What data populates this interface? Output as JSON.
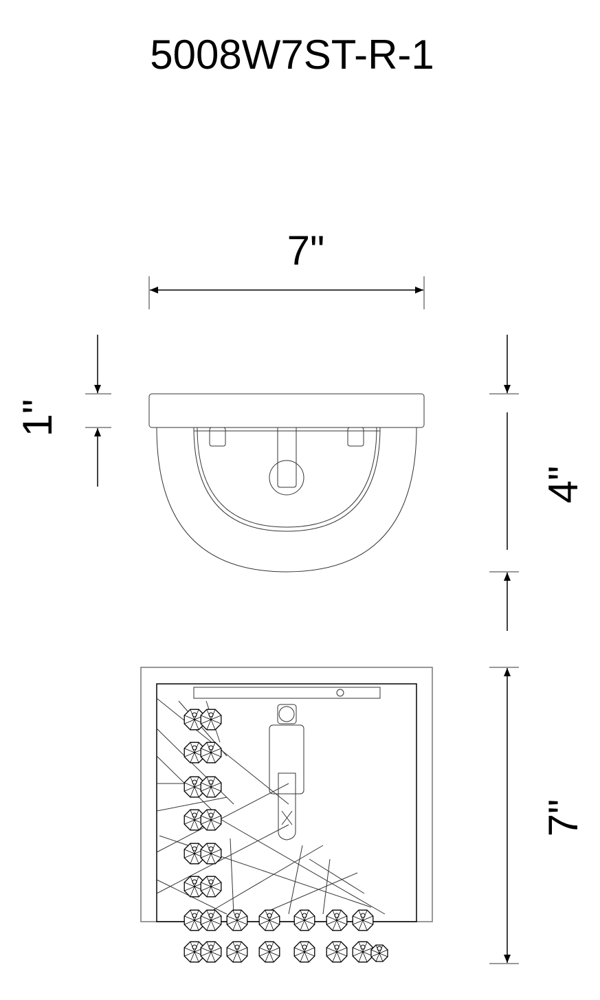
{
  "title": "5008W7ST-R-1",
  "dimensions": {
    "width": "7\"",
    "canopy_height": "1\"",
    "depth": "4\"",
    "height": "7\""
  }
}
